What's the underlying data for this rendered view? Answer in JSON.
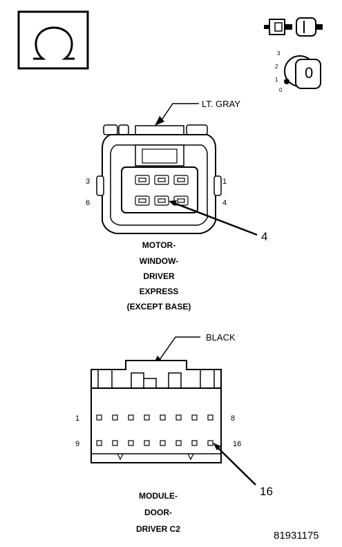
{
  "icons": {
    "ohmmeter": "ohm-symbol-icon",
    "disconnect": "connector-disconnect-icon",
    "ignition": "ignition-key-off-icon"
  },
  "ignition": {
    "positions": [
      "3",
      "2",
      "1",
      "0"
    ],
    "key_label": "0"
  },
  "connector1": {
    "color_label": "LT. GRAY",
    "pin_3": "3",
    "pin_1": "1",
    "pin_6": "6",
    "pin_4": "4",
    "callout": "4",
    "title_lines": [
      "MOTOR-",
      "WINDOW-",
      "DRIVER",
      "EXPRESS",
      "(EXCEPT BASE)"
    ]
  },
  "connector2": {
    "color_label": "BLACK",
    "pin_1": "1",
    "pin_8": "8",
    "pin_9": "9",
    "pin_16": "16",
    "callout": "16",
    "title_lines": [
      "MODULE-",
      "DOOR-",
      "DRIVER C2"
    ]
  },
  "figure_id": "81931175"
}
